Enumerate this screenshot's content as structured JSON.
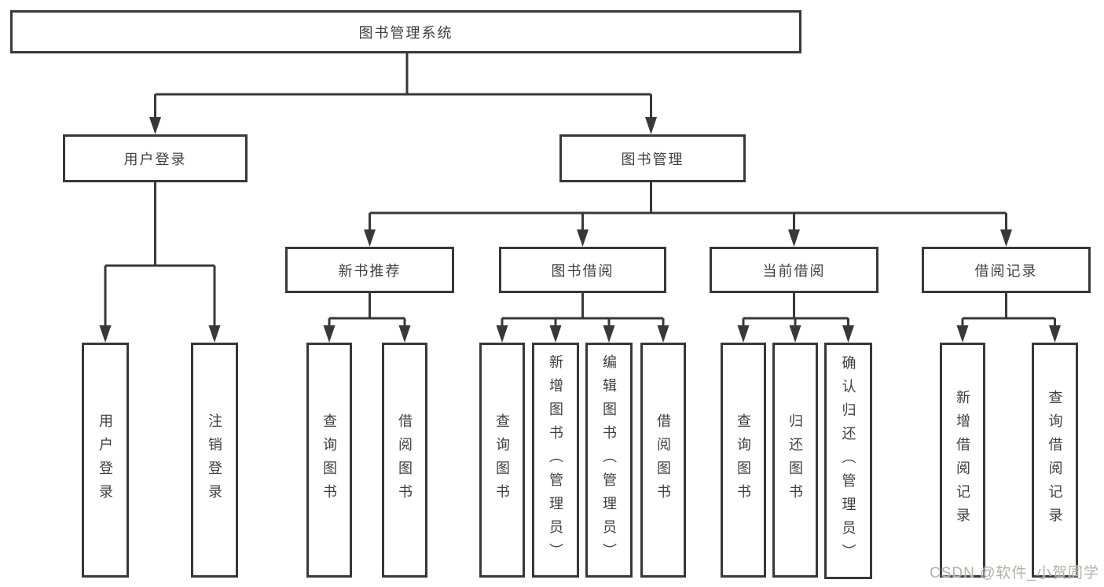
{
  "tree": {
    "root": "图书管理系统",
    "children": [
      {
        "label": "用户登录",
        "children": [
          "用户登录",
          "注销登录"
        ]
      },
      {
        "label": "图书管理",
        "children": [
          {
            "label": "新书推荐",
            "children": [
              "查询图书",
              "借阅图书"
            ]
          },
          {
            "label": "图书借阅",
            "children": [
              "查询图书",
              "新增图书（管理员）",
              "编辑图书（管理员）",
              "借阅图书"
            ]
          },
          {
            "label": "当前借阅",
            "children": [
              "查询图书",
              "归还图书",
              "确认归还（管理员）"
            ]
          },
          {
            "label": "借阅记录",
            "children": [
              "新增借阅记录",
              "查询借阅记录"
            ]
          }
        ]
      }
    ]
  },
  "watermark": {
    "text": "CSDN @软件_小贺同学"
  },
  "colors": {
    "line": "#383838",
    "text": "#3f3f3f",
    "background": "#ffffff",
    "watermark": "#b3b0ae"
  }
}
